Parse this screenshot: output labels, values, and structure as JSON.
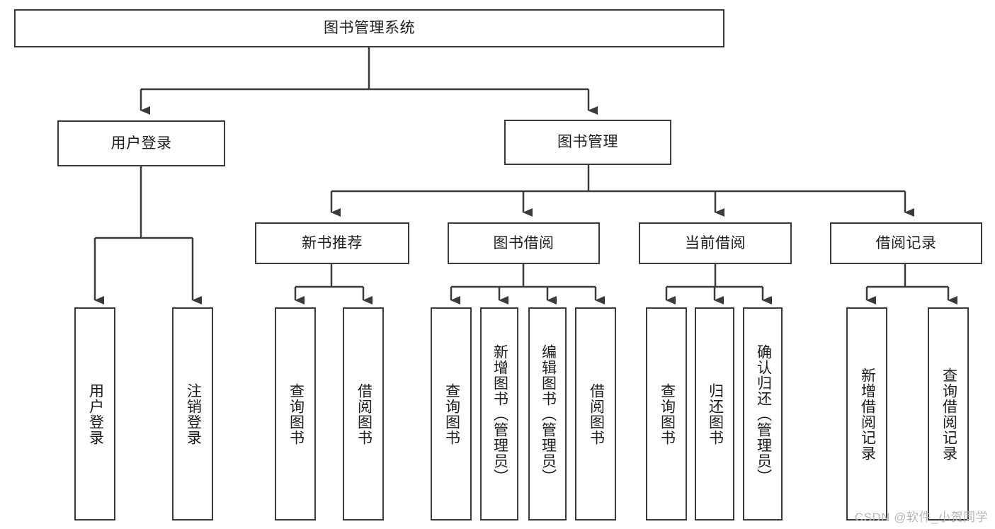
{
  "diagram": {
    "title": "图书管理系统",
    "type": "tree-hierarchy-diagram",
    "colors": {
      "line": "#3a3a3a",
      "box_fill": "#ffffff",
      "text": "#1c1c1c",
      "background": "#ffffff",
      "watermark": "#b7b7b7"
    },
    "root": {
      "label": "图书管理系统"
    },
    "level2": [
      {
        "label": "用户登录"
      },
      {
        "label": "图书管理"
      }
    ],
    "level3": [
      {
        "label": "新书推荐"
      },
      {
        "label": "图书借阅"
      },
      {
        "label": "当前借阅"
      },
      {
        "label": "借阅记录"
      }
    ],
    "leaves": {
      "user_login": [
        {
          "label": "用户登录"
        },
        {
          "label": "注销登录"
        }
      ],
      "new_book_recommend": [
        {
          "label": "查询图书"
        },
        {
          "label": "借阅图书"
        }
      ],
      "book_borrow": [
        {
          "label": "查询图书"
        },
        {
          "label": "新增图书（管理员）"
        },
        {
          "label": "编辑图书（管理员）"
        },
        {
          "label": "借阅图书"
        }
      ],
      "current_borrow": [
        {
          "label": "查询图书"
        },
        {
          "label": "归还图书"
        },
        {
          "label": "确认归还（管理员）"
        }
      ],
      "borrow_record": [
        {
          "label": "新增借阅记录"
        },
        {
          "label": "查询借阅记录"
        }
      ]
    },
    "watermark": "CSDN @软件_小贺同学"
  }
}
